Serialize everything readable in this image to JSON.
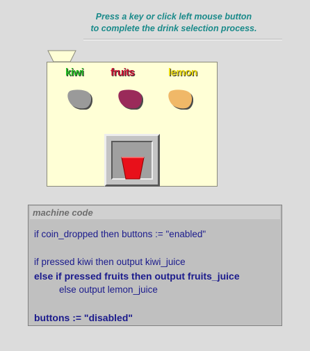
{
  "instructions": {
    "line1": "Press a key or click left  mouse button",
    "line2": "to complete the drink selection process."
  },
  "machine": {
    "drinks": [
      {
        "label": "kiwi",
        "color": "#22bb22",
        "button_color": "#9a9a9a"
      },
      {
        "label": "fruits",
        "color": "#cc1133",
        "button_color": "#9a2a5a"
      },
      {
        "label": "lemon",
        "color": "#e8d810",
        "button_color": "#f0b868"
      }
    ],
    "cup_color": "#e8101a"
  },
  "code": {
    "title": "machine code",
    "lines": [
      {
        "text": "if coin_dropped then buttons := \"enabled\"",
        "bold": false
      },
      {
        "text": "if pressed kiwi then output kiwi_juice",
        "bold": false
      },
      {
        "text": "else if pressed fruits then output fruits_juice",
        "bold": true
      },
      {
        "text": "else output lemon_juice",
        "bold": false
      },
      {
        "text": "buttons := \"disabled\"",
        "bold": true
      }
    ]
  }
}
